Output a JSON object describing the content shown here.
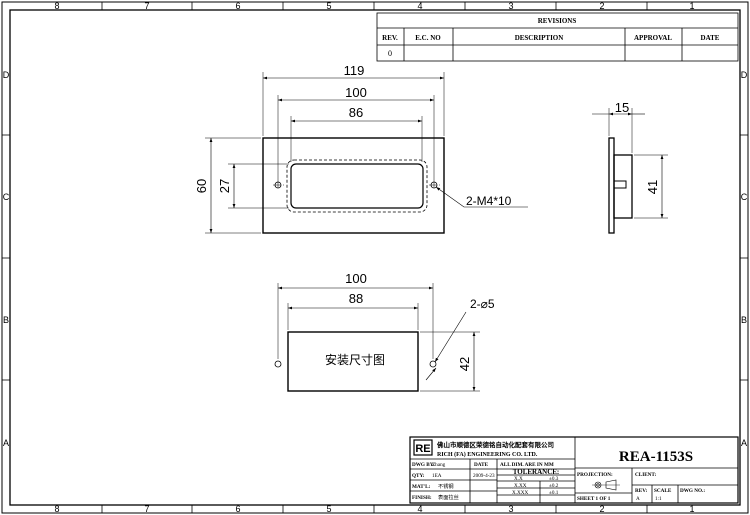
{
  "border": {
    "col_labels": [
      "8",
      "7",
      "6",
      "5",
      "4",
      "3",
      "2",
      "1"
    ],
    "row_labels": [
      "D",
      "C",
      "B",
      "A"
    ]
  },
  "revisions": {
    "title": "REVISIONS",
    "headers": [
      "REV.",
      "E.C. NO",
      "DESCRIPTION",
      "APPROVAL",
      "DATE"
    ],
    "rows": [
      [
        "0",
        "",
        "",
        "",
        ""
      ]
    ]
  },
  "front_view": {
    "dims": [
      "119",
      "100",
      "86",
      "60",
      "27"
    ],
    "callout": "2-M4*10"
  },
  "side_view": {
    "dims": [
      "15",
      "41"
    ]
  },
  "cutout_view": {
    "dims": [
      "100",
      "88",
      "42"
    ],
    "callout": "2-⌀5",
    "label": "安装尺寸图"
  },
  "title_block": {
    "logo": "RE",
    "company_cn": "佛山市顺德区荣德铭自动化配套有限公司",
    "company_en": "RICH (FA) ENGINEERING CO. LTD.",
    "drawing_number": "REA-1153S",
    "dwg_by_label": "DWG BY:",
    "dwg_by_value": "Zhang",
    "date_label": "DATE",
    "date_value": "2009-4-23",
    "qty_label": "QTY:",
    "qty_value": "1EA",
    "matl_label": "MAT'L:",
    "matl_value": "不锈钢",
    "finish_label": "FINISH:",
    "finish_value": "表面拉丝",
    "dim_note": "ALL DIM. ARE IN MM",
    "tolerance_label": "TOLERANCE:",
    "tolerances": [
      [
        "X.X",
        "±0.3"
      ],
      [
        "X.XX",
        "±0.2"
      ],
      [
        "X.XXX",
        "±0.1"
      ]
    ],
    "projection_label": "PROJECTION:",
    "client_label": "CLIENT:",
    "sheet_label": "SHEET 1 OF 1",
    "rev_label": "REV:",
    "rev_value": "A",
    "scale_label": "SCALE",
    "scale_value": "1:1",
    "dwg_no_label": "DWG NO.:"
  }
}
